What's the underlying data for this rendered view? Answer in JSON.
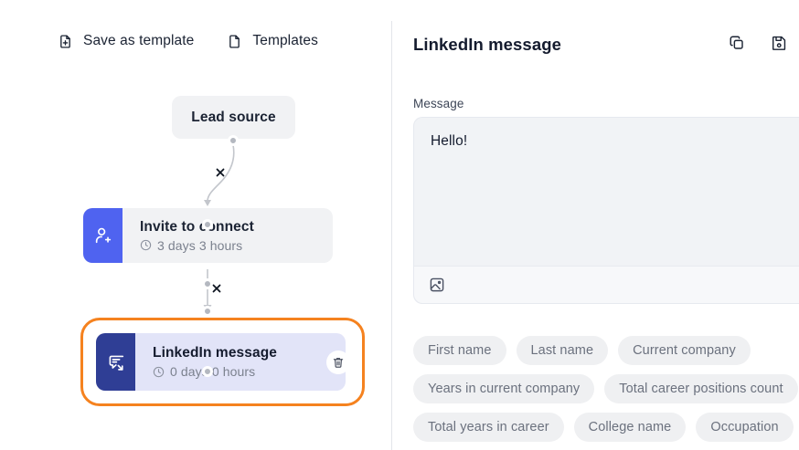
{
  "toolbar": {
    "buttons": [
      {
        "label": "Save as template",
        "icon": "file-plus-icon"
      },
      {
        "label": "Templates",
        "icon": "file-icon"
      }
    ]
  },
  "flow": {
    "nodes": [
      {
        "id": "lead-source",
        "title": "Lead source",
        "icon": null,
        "duration": null,
        "selected": false
      },
      {
        "id": "invite-to-connect",
        "title": "Invite to connect",
        "icon": "user-plus-icon",
        "duration": "3 days 3 hours",
        "selected": false
      },
      {
        "id": "linkedin-message",
        "title": "LinkedIn message",
        "icon": "message-send-icon",
        "duration": "0 days 0 hours",
        "selected": true
      }
    ],
    "edge_delete_label": "✕",
    "selection_color": "#f5821f",
    "tile_colors": {
      "invite": "#4f63f0",
      "message": "#2f3e95"
    },
    "trash_icon": "trash-icon"
  },
  "panel": {
    "title": "LinkedIn message",
    "actions": [
      {
        "name": "copy",
        "icon": "copy-icon"
      },
      {
        "name": "save",
        "icon": "save-disk-icon"
      }
    ],
    "message_label": "Message",
    "message_value": "Hello!",
    "attach_image_icon": "image-icon",
    "variables": [
      "First name",
      "Last name",
      "Current company",
      "Years in current company",
      "Total career positions count",
      "Total years in career",
      "College name",
      "Occupation"
    ]
  }
}
